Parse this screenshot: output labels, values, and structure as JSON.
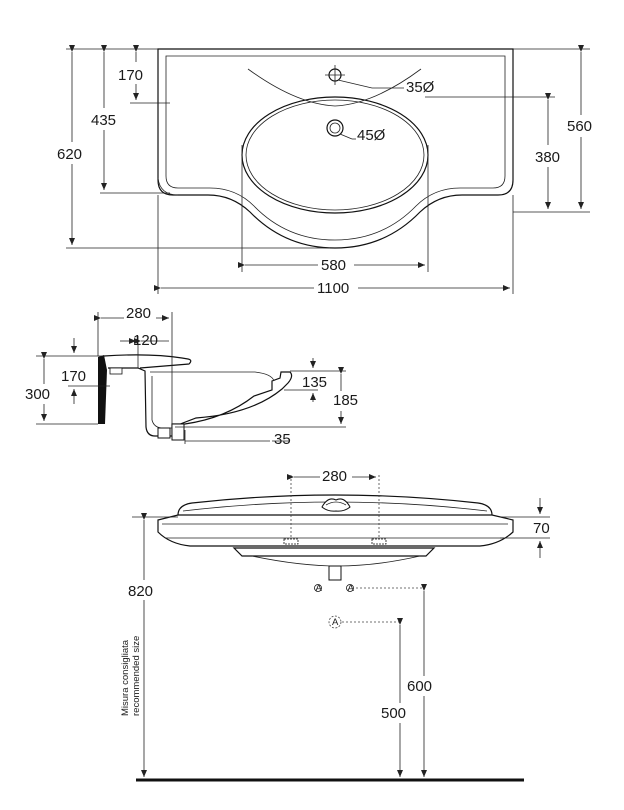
{
  "top_view": {
    "dims": {
      "d170": "170",
      "d435": "435",
      "d620": "620",
      "d560": "560",
      "d380": "380",
      "d35": "35Ø",
      "d45": "45Ø",
      "d580": "580",
      "d1100": "1100"
    }
  },
  "side_view": {
    "dims": {
      "d280": "280",
      "d120": "120",
      "d170": "170",
      "d300": "300",
      "d135": "135",
      "d185": "185",
      "d35": "35"
    }
  },
  "front_view": {
    "dims": {
      "d280": "280",
      "d70": "70",
      "d820": "820",
      "d600": "600",
      "d500": "500"
    },
    "note_line1": "Misura consigliata",
    "note_line2": "recommended size",
    "marker_a": "A"
  }
}
